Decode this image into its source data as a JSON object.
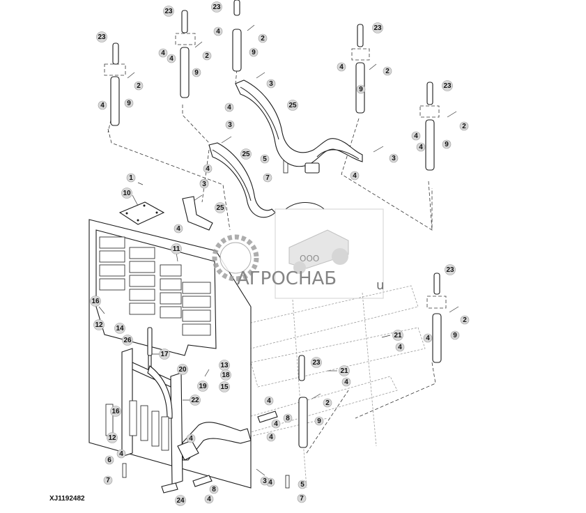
{
  "diagram": {
    "figure_id": "XJ1192482",
    "colors": {
      "line": "#1a1a1a",
      "callout_fill": "#d8d8d8",
      "watermark": "#6f6f6f",
      "watermark_gear": "#a0a0a0"
    },
    "watermark": {
      "company_prefix": "ООО",
      "company_name": "АГРОСНАБ",
      "suffix": "u"
    },
    "callouts": [
      "23",
      "23",
      "23",
      "23",
      "23",
      "23",
      "23",
      "2",
      "2",
      "2",
      "2",
      "2",
      "2",
      "2",
      "4",
      "4",
      "4",
      "4",
      "4",
      "4",
      "4",
      "4",
      "4",
      "4",
      "4",
      "4",
      "4",
      "4",
      "4",
      "4",
      "4",
      "4",
      "4",
      "4",
      "4",
      "9",
      "9",
      "9",
      "9",
      "9",
      "9",
      "9",
      "3",
      "3",
      "3",
      "3",
      "3",
      "3",
      "25",
      "25",
      "25",
      "5",
      "5",
      "7",
      "7",
      "7",
      "1",
      "10",
      "11",
      "16",
      "16",
      "12",
      "12",
      "14",
      "26",
      "17",
      "20",
      "13",
      "18",
      "19",
      "15",
      "22",
      "21",
      "21",
      "6",
      "8",
      "8",
      "24"
    ]
  }
}
